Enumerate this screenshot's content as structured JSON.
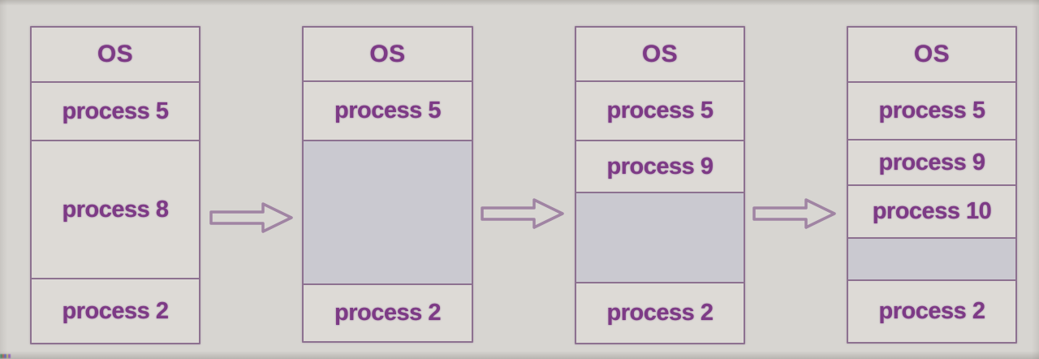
{
  "colors": {
    "page_bg": "#d7d5d1",
    "segment_bg": "#dddad6",
    "free_bg": "#cac9d0",
    "border": "#8d7190",
    "text": "#7d3a86",
    "arrow_stroke": "#a084a3",
    "arrow_fill": "#d9d7d3"
  },
  "arrows": {
    "icon": "right-arrow",
    "count": 3,
    "style": "hollow-outline"
  },
  "columns": [
    {
      "name": "memory-state-1",
      "segments": [
        {
          "label": "OS",
          "kind": "os"
        },
        {
          "label": "process 5",
          "kind": "process"
        },
        {
          "label": "process 8",
          "kind": "process"
        },
        {
          "label": "process 2",
          "kind": "process"
        }
      ]
    },
    {
      "name": "memory-state-2",
      "segments": [
        {
          "label": "OS",
          "kind": "os"
        },
        {
          "label": "process 5",
          "kind": "process"
        },
        {
          "label": "",
          "kind": "free"
        },
        {
          "label": "process 2",
          "kind": "process"
        }
      ]
    },
    {
      "name": "memory-state-3",
      "segments": [
        {
          "label": "OS",
          "kind": "os"
        },
        {
          "label": "process 5",
          "kind": "process"
        },
        {
          "label": "process 9",
          "kind": "process"
        },
        {
          "label": "",
          "kind": "free"
        },
        {
          "label": "process 2",
          "kind": "process"
        }
      ]
    },
    {
      "name": "memory-state-4",
      "segments": [
        {
          "label": "OS",
          "kind": "os"
        },
        {
          "label": "process 5",
          "kind": "process"
        },
        {
          "label": "process 9",
          "kind": "process"
        },
        {
          "label": "process 10",
          "kind": "process"
        },
        {
          "label": "",
          "kind": "free"
        },
        {
          "label": "process 2",
          "kind": "process"
        }
      ]
    }
  ]
}
